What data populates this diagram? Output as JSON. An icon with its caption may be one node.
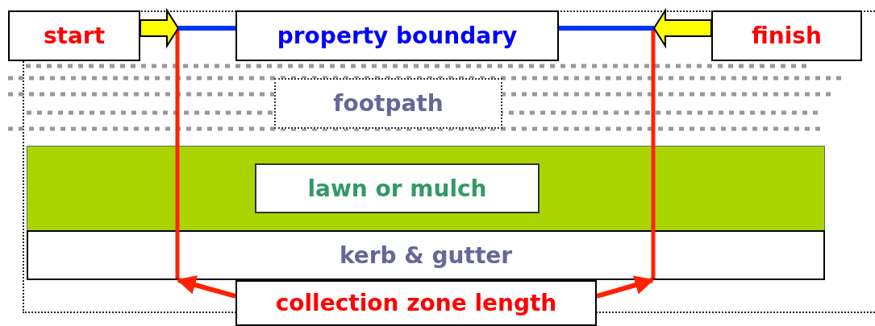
{
  "diagram": {
    "nodes": [
      {
        "text": [
          "start"
        ]
      },
      {
        "text": [
          "property boundary"
        ]
      },
      {
        "text": [
          "finish"
        ]
      },
      {
        "text": [
          "footpath"
        ]
      },
      {
        "text": [
          "lawn or mulch"
        ]
      },
      {
        "text": [
          "kerb & gutter"
        ]
      },
      {
        "text": [
          "collection zone length"
        ]
      }
    ],
    "edges": [
      {
        "from": 0,
        "to": null,
        "arrow": "to",
        "style": "thick",
        "color": "#ffff00"
      },
      {
        "from": 1,
        "to": null,
        "arrow": "none",
        "color": "#0033ff"
      },
      {
        "from": 1,
        "to": null,
        "arrow": "none",
        "color": "#0033ff"
      },
      {
        "from": 2,
        "to": null,
        "arrow": "to",
        "style": "thick",
        "color": "#ffff00"
      },
      {
        "from": 6,
        "to": 5,
        "arrow": "to",
        "color": "#ff2200"
      },
      {
        "from": 6,
        "to": 5,
        "arrow": "to",
        "color": "#ff2200"
      }
    ]
  }
}
